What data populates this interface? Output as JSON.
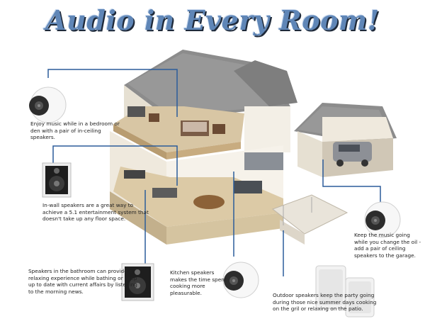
{
  "title": "Audio in Every Room!",
  "captions": {
    "bedroom": "Enjoy music while in a bedroom or den with a pair of in-ceiling speakers.",
    "living": "In-wall speakers are a great way to achieve a 5.1 entertainment system that doesn't take up any floor space.",
    "bathroom": "Speakers in the bathroom can provide a relaxing experience while bathing or keep up to date with current affairs by listening to the morning news.",
    "kitchen": "Kitchen speakers makes the time spent cooking more pleasurable.",
    "outdoor": "Outdoor speakers keep the party going during those nice summer days cooking on the gril or relaxing on the patio.",
    "garage": "Keep the music going while you change the oil - add a pair of ceiling speakers to the garage."
  },
  "colors": {
    "title": "#5f86b7",
    "connector": "#2b5c9a",
    "roof": "#8c8c8c",
    "wall": "#f1ede4",
    "floor": "#d8c6a4"
  }
}
